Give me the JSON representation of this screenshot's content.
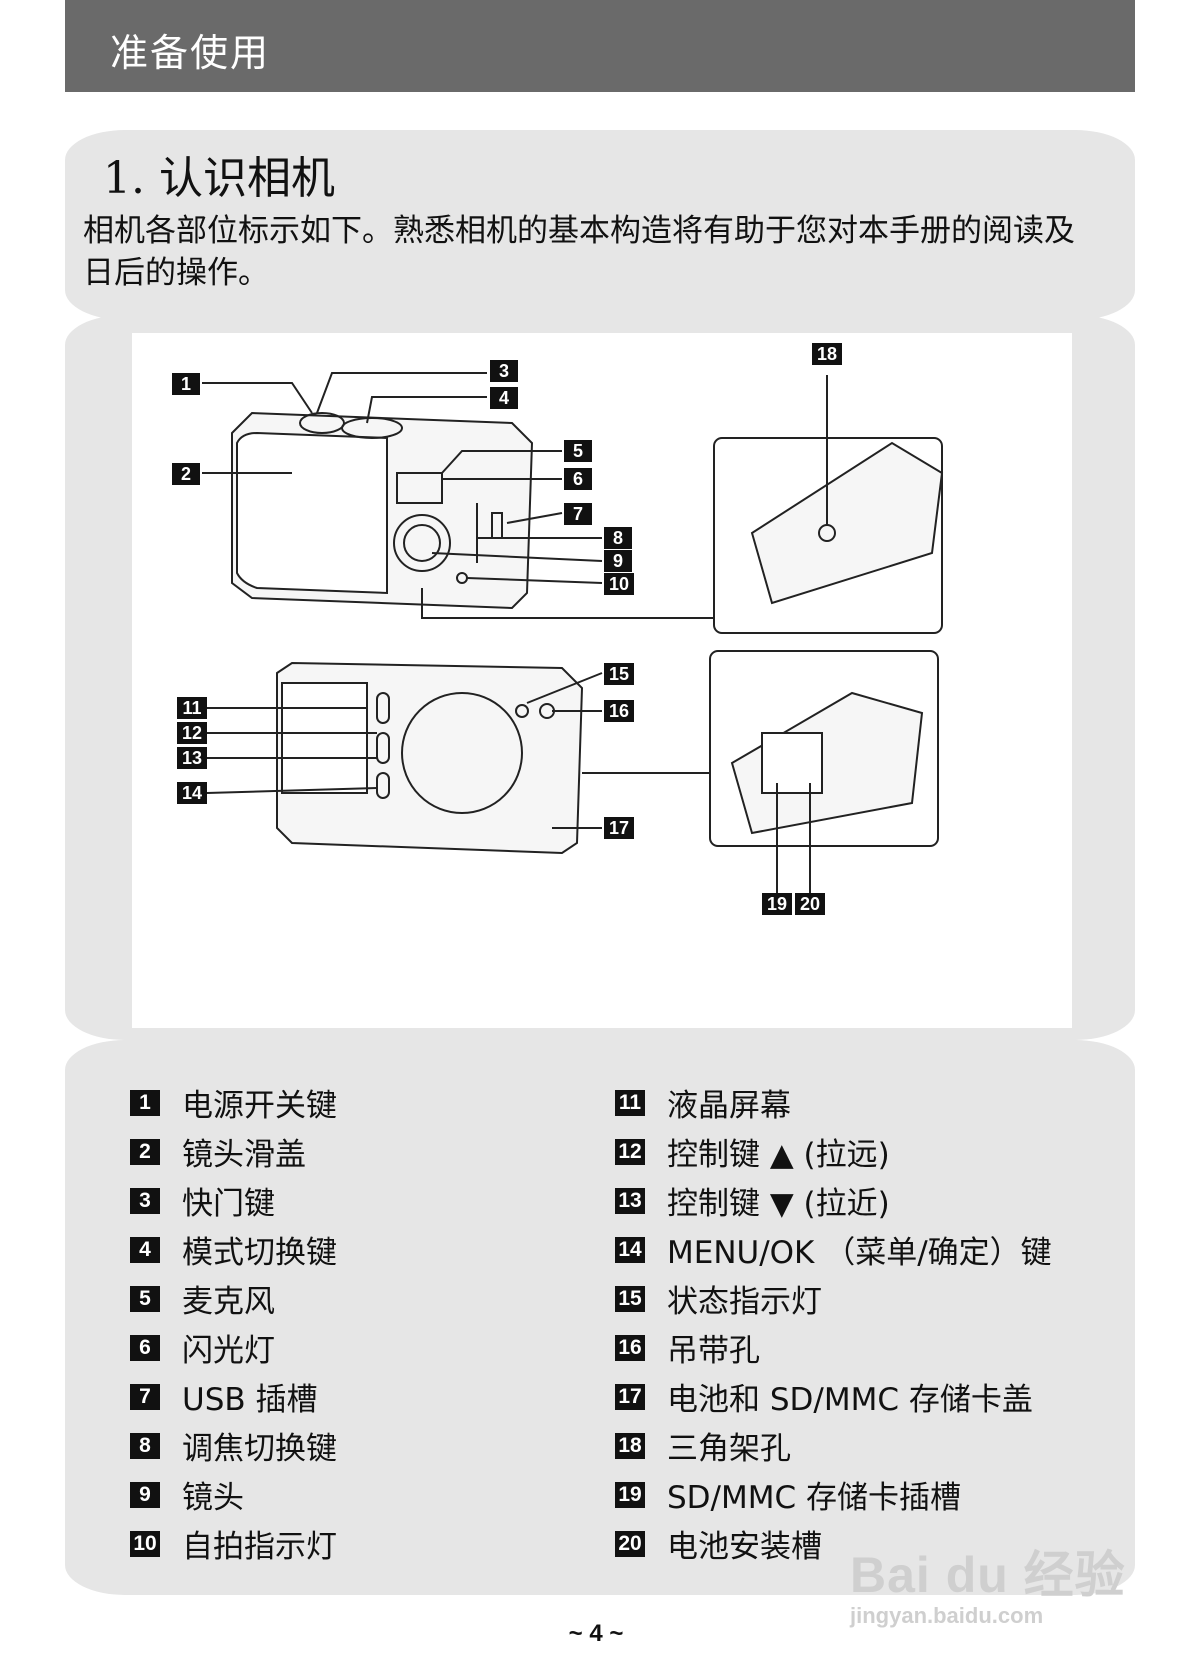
{
  "header": {
    "title": "准备使用"
  },
  "section": {
    "title": "1.  认识相机",
    "intro": "相机各部位标示如下。熟悉相机的基本构造将有助于您对本手册的阅读及日后的操作。"
  },
  "figure": {
    "callouts": [
      "1",
      "2",
      "3",
      "4",
      "5",
      "6",
      "7",
      "8",
      "9",
      "10",
      "11",
      "12",
      "13",
      "14",
      "15",
      "16",
      "17",
      "18",
      "19",
      "20"
    ]
  },
  "legend": {
    "left": [
      {
        "num": "1",
        "label": "电源开关键"
      },
      {
        "num": "2",
        "label": "镜头滑盖"
      },
      {
        "num": "3",
        "label": "快门键"
      },
      {
        "num": "4",
        "label": "模式切换键"
      },
      {
        "num": "5",
        "label": "麦克风"
      },
      {
        "num": "6",
        "label": "闪光灯"
      },
      {
        "num": "7",
        "label": "USB 插槽"
      },
      {
        "num": "8",
        "label": "调焦切换键"
      },
      {
        "num": "9",
        "label": "镜头"
      },
      {
        "num": "10",
        "label": "自拍指示灯"
      }
    ],
    "right": [
      {
        "num": "11",
        "label": "液晶屏幕"
      },
      {
        "num": "12",
        "label": "控制键 ▲ (拉远)"
      },
      {
        "num": "13",
        "label": "控制键 ▼ (拉近)"
      },
      {
        "num": "14",
        "label": "MENU/OK （菜单/确定）键"
      },
      {
        "num": "15",
        "label": "状态指示灯"
      },
      {
        "num": "16",
        "label": "吊带孔"
      },
      {
        "num": "17",
        "label": "电池和 SD/MMC 存储卡盖"
      },
      {
        "num": "18",
        "label": "三角架孔"
      },
      {
        "num": "19",
        "label": "SD/MMC 存储卡插槽"
      },
      {
        "num": "20",
        "label": "电池安装槽"
      }
    ]
  },
  "footer": {
    "page": "~ 4 ~"
  },
  "watermark": {
    "brand": "Bai du 经验",
    "url": "jingyan.baidu.com"
  }
}
